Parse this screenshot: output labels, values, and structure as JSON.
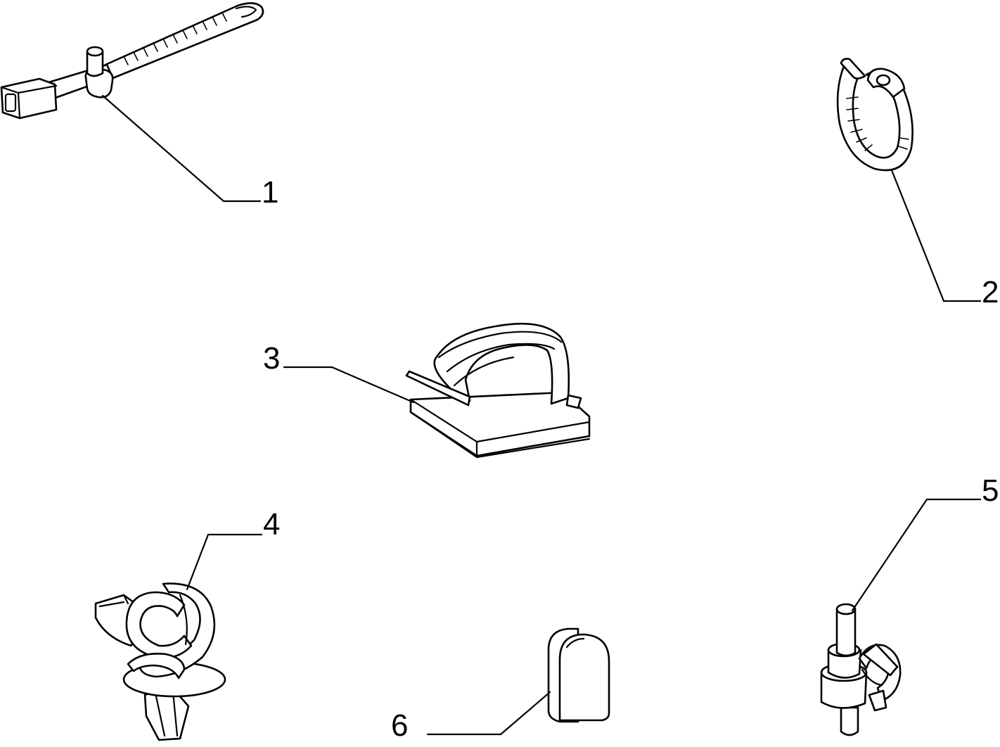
{
  "parts": [
    {
      "number": "1",
      "icon": "cable-tie-with-mounting-stud-icon"
    },
    {
      "number": "2",
      "icon": "band-clamp-icon"
    },
    {
      "number": "3",
      "icon": "adhesive-cable-clip-icon"
    },
    {
      "number": "4",
      "icon": "push-in-loop-clip-icon"
    },
    {
      "number": "5",
      "icon": "stud-mount-clip-icon"
    },
    {
      "number": "6",
      "icon": "rubber-cap-icon"
    }
  ]
}
